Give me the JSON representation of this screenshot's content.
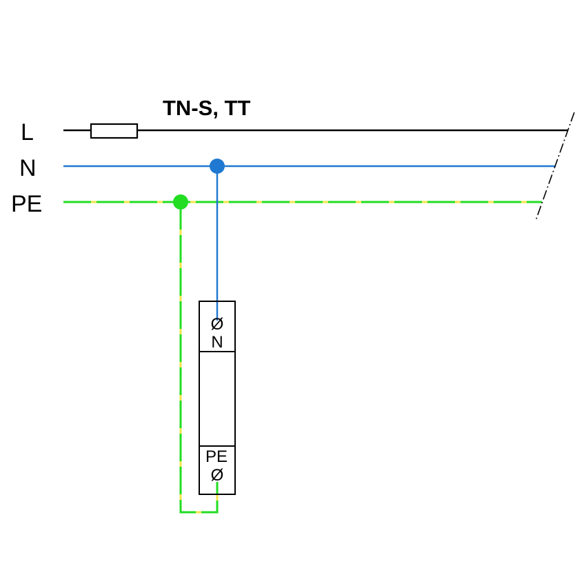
{
  "title": "TN-S, TT",
  "conductors": {
    "l": {
      "label": "L",
      "color": "#000000"
    },
    "n": {
      "label": "N",
      "color": "#1f78d1"
    },
    "pe": {
      "label": "PE",
      "color": "#22dd22",
      "stripe_color": "#f2e64a"
    }
  },
  "device": {
    "top_terminal_symbol": "Ø",
    "top_terminal_label": "N",
    "bottom_terminal_label": "PE",
    "bottom_terminal_symbol": "Ø"
  }
}
